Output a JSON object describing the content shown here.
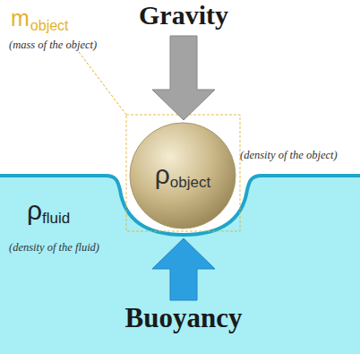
{
  "diagram": {
    "nodes": [
      {
        "text": [
          "ρ",
          "object"
        ]
      },
      {
        "text": [
          "ρ",
          "fluid",
          "(density of the fluid)"
        ]
      }
    ],
    "labels": [
      "Gravity",
      "m",
      "object",
      "(mass of the object)",
      "(density of the object)",
      "Buoyancy"
    ]
  }
}
